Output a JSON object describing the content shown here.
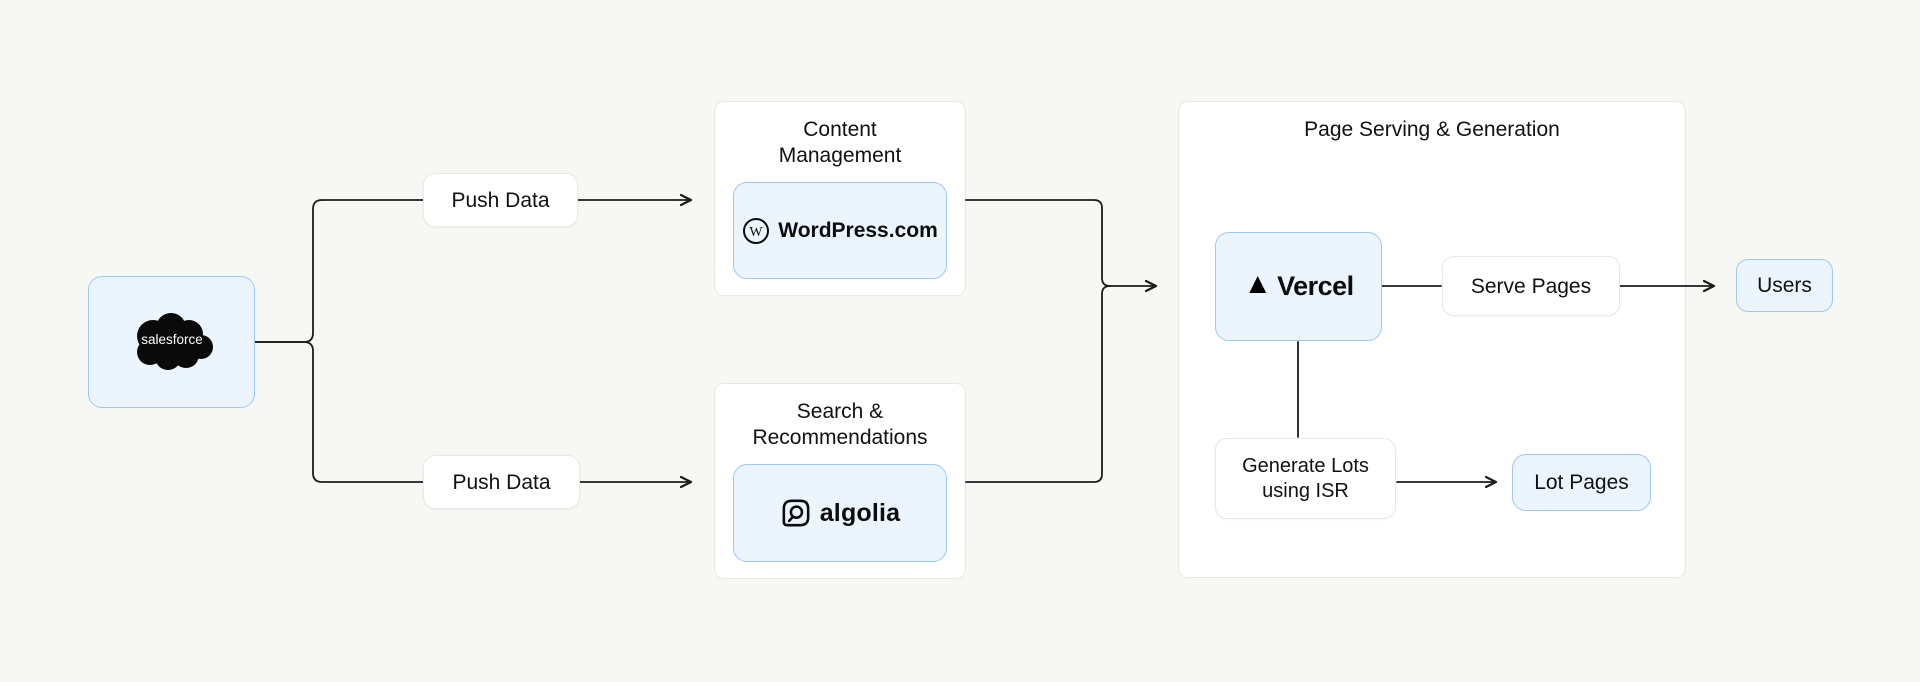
{
  "diagram": {
    "background_color": "#f7f7f4",
    "line_color": "#1c1c1c",
    "node_blue_fill": "#ecf4fd",
    "node_blue_border": "#9cc8f6",
    "node_white_fill": "#ffffff",
    "node_white_border": "#e8e8e5",
    "groups": {
      "content_management": {
        "title": "Content Management"
      },
      "search_recommendations": {
        "title": "Search & Recommendations"
      },
      "page_serving": {
        "title": "Page Serving & Generation"
      }
    },
    "nodes": {
      "salesforce": {
        "label": "salesforce",
        "icon": "salesforce-cloud-logo"
      },
      "wordpress": {
        "label": "WordPress.com",
        "icon": "wordpress-logo"
      },
      "algolia": {
        "label": "algolia",
        "icon": "algolia-logo"
      },
      "vercel": {
        "label": "Vercel",
        "icon": "vercel-triangle-logo"
      },
      "serve_pages": {
        "label": "Serve Pages"
      },
      "generate_lots": {
        "label": "Generate Lots using ISR"
      },
      "lot_pages": {
        "label": "Lot Pages"
      },
      "users": {
        "label": "Users"
      }
    },
    "edges": {
      "push_data_top": {
        "label": "Push Data"
      },
      "push_data_bottom": {
        "label": "Push Data"
      }
    }
  }
}
